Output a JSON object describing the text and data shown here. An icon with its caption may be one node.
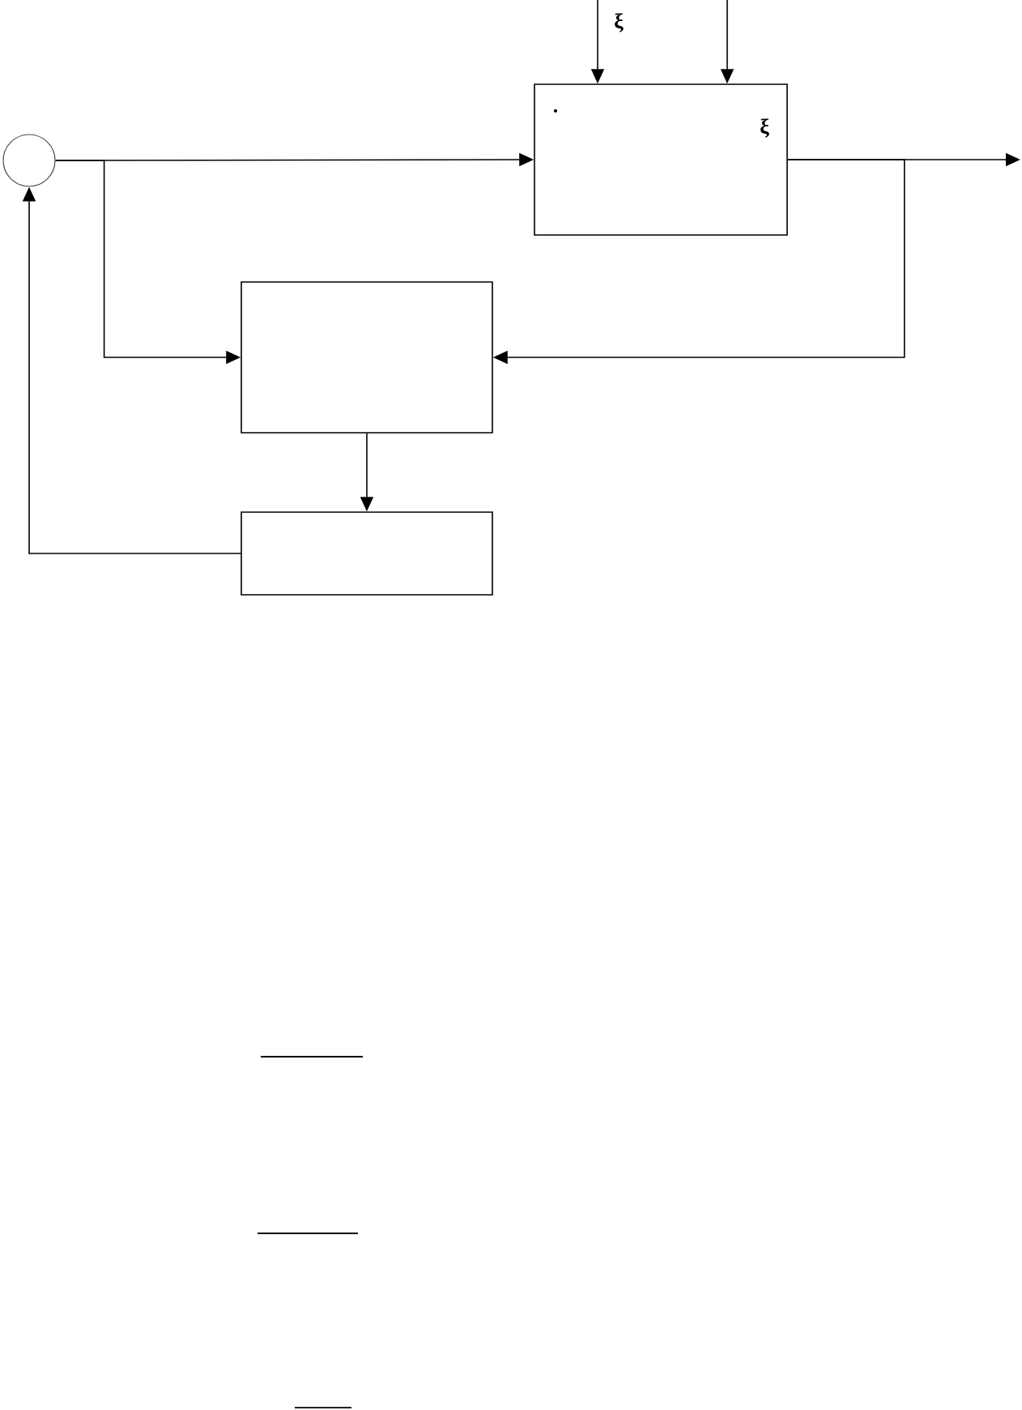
{
  "diagram": {
    "nodes": [
      {
        "text": [],
        "shape": "circle"
      },
      {
        "text": [
          "·",
          "ξ"
        ]
      },
      {
        "text": [],
        "shape": "box"
      },
      {
        "text": [],
        "shape": "box"
      }
    ],
    "edges": [
      {
        "from": null,
        "to": 1,
        "arrow": "to",
        "label": "ξ"
      },
      {
        "from": null,
        "to": 1,
        "arrow": "to"
      },
      {
        "from": 0,
        "to": 1,
        "arrow": "to"
      },
      {
        "from": 1,
        "to": null,
        "arrow": "to"
      },
      {
        "from": 0,
        "to": 2,
        "arrow": "to"
      },
      {
        "from": 1,
        "to": 2,
        "arrow": "to"
      },
      {
        "from": 2,
        "to": 3,
        "arrow": "to"
      },
      {
        "from": 3,
        "to": 0,
        "arrow": "to"
      }
    ]
  }
}
